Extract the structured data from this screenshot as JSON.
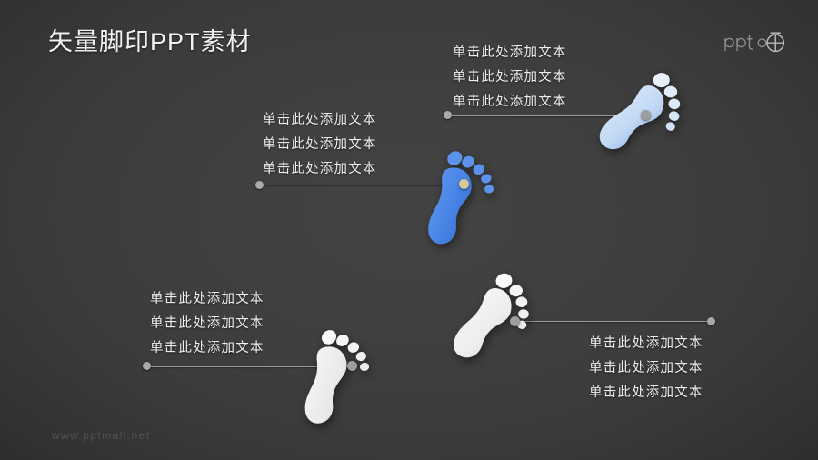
{
  "slide": {
    "title": "矢量脚印PPT素材",
    "background_color": "#3b3b3b",
    "watermark": "www.pptmall.net"
  },
  "logo": {
    "wordmark": "ppt",
    "icon_name": "target-circle-icon"
  },
  "text_blocks": [
    {
      "id": "block-top-right",
      "align": "left",
      "lines": [
        "单击此处添加文本",
        "单击此处添加文本",
        "单击此处添加文本"
      ]
    },
    {
      "id": "block-upper-left",
      "align": "left",
      "lines": [
        "单击此处添加文本",
        "单击此处添加文本",
        "单击此处添加文本"
      ]
    },
    {
      "id": "block-lower-left",
      "align": "left",
      "lines": [
        "单击此处添加文本",
        "单击此处添加文本",
        "单击此处添加文本"
      ]
    },
    {
      "id": "block-bottom-right",
      "align": "left",
      "lines": [
        "单击此处添加文本",
        "单击此处添加文本",
        "单击此处添加文本"
      ]
    }
  ],
  "footprints": [
    {
      "id": "footprint-light-blue",
      "color": "#b9d2f0",
      "color_dark": "#7fa8dd",
      "side": "left"
    },
    {
      "id": "footprint-blue",
      "color": "#4a86e8",
      "color_dark": "#2f62bf",
      "side": "right"
    },
    {
      "id": "footprint-white-right",
      "color": "#f0f0f0",
      "color_dark": "#c9c9c9",
      "side": "left"
    },
    {
      "id": "footprint-white-left",
      "color": "#f0f0f0",
      "color_dark": "#c9c9c9",
      "side": "right"
    }
  ],
  "connectors": [
    {
      "id": "connector-top-right",
      "dot_color": "#a9a9a9"
    },
    {
      "id": "connector-upper-left",
      "dot_color": "#a9a9a9"
    },
    {
      "id": "connector-lower-left",
      "dot_color": "#a9a9a9"
    },
    {
      "id": "connector-bottom-right",
      "dot_color": "#a9a9a9"
    }
  ]
}
